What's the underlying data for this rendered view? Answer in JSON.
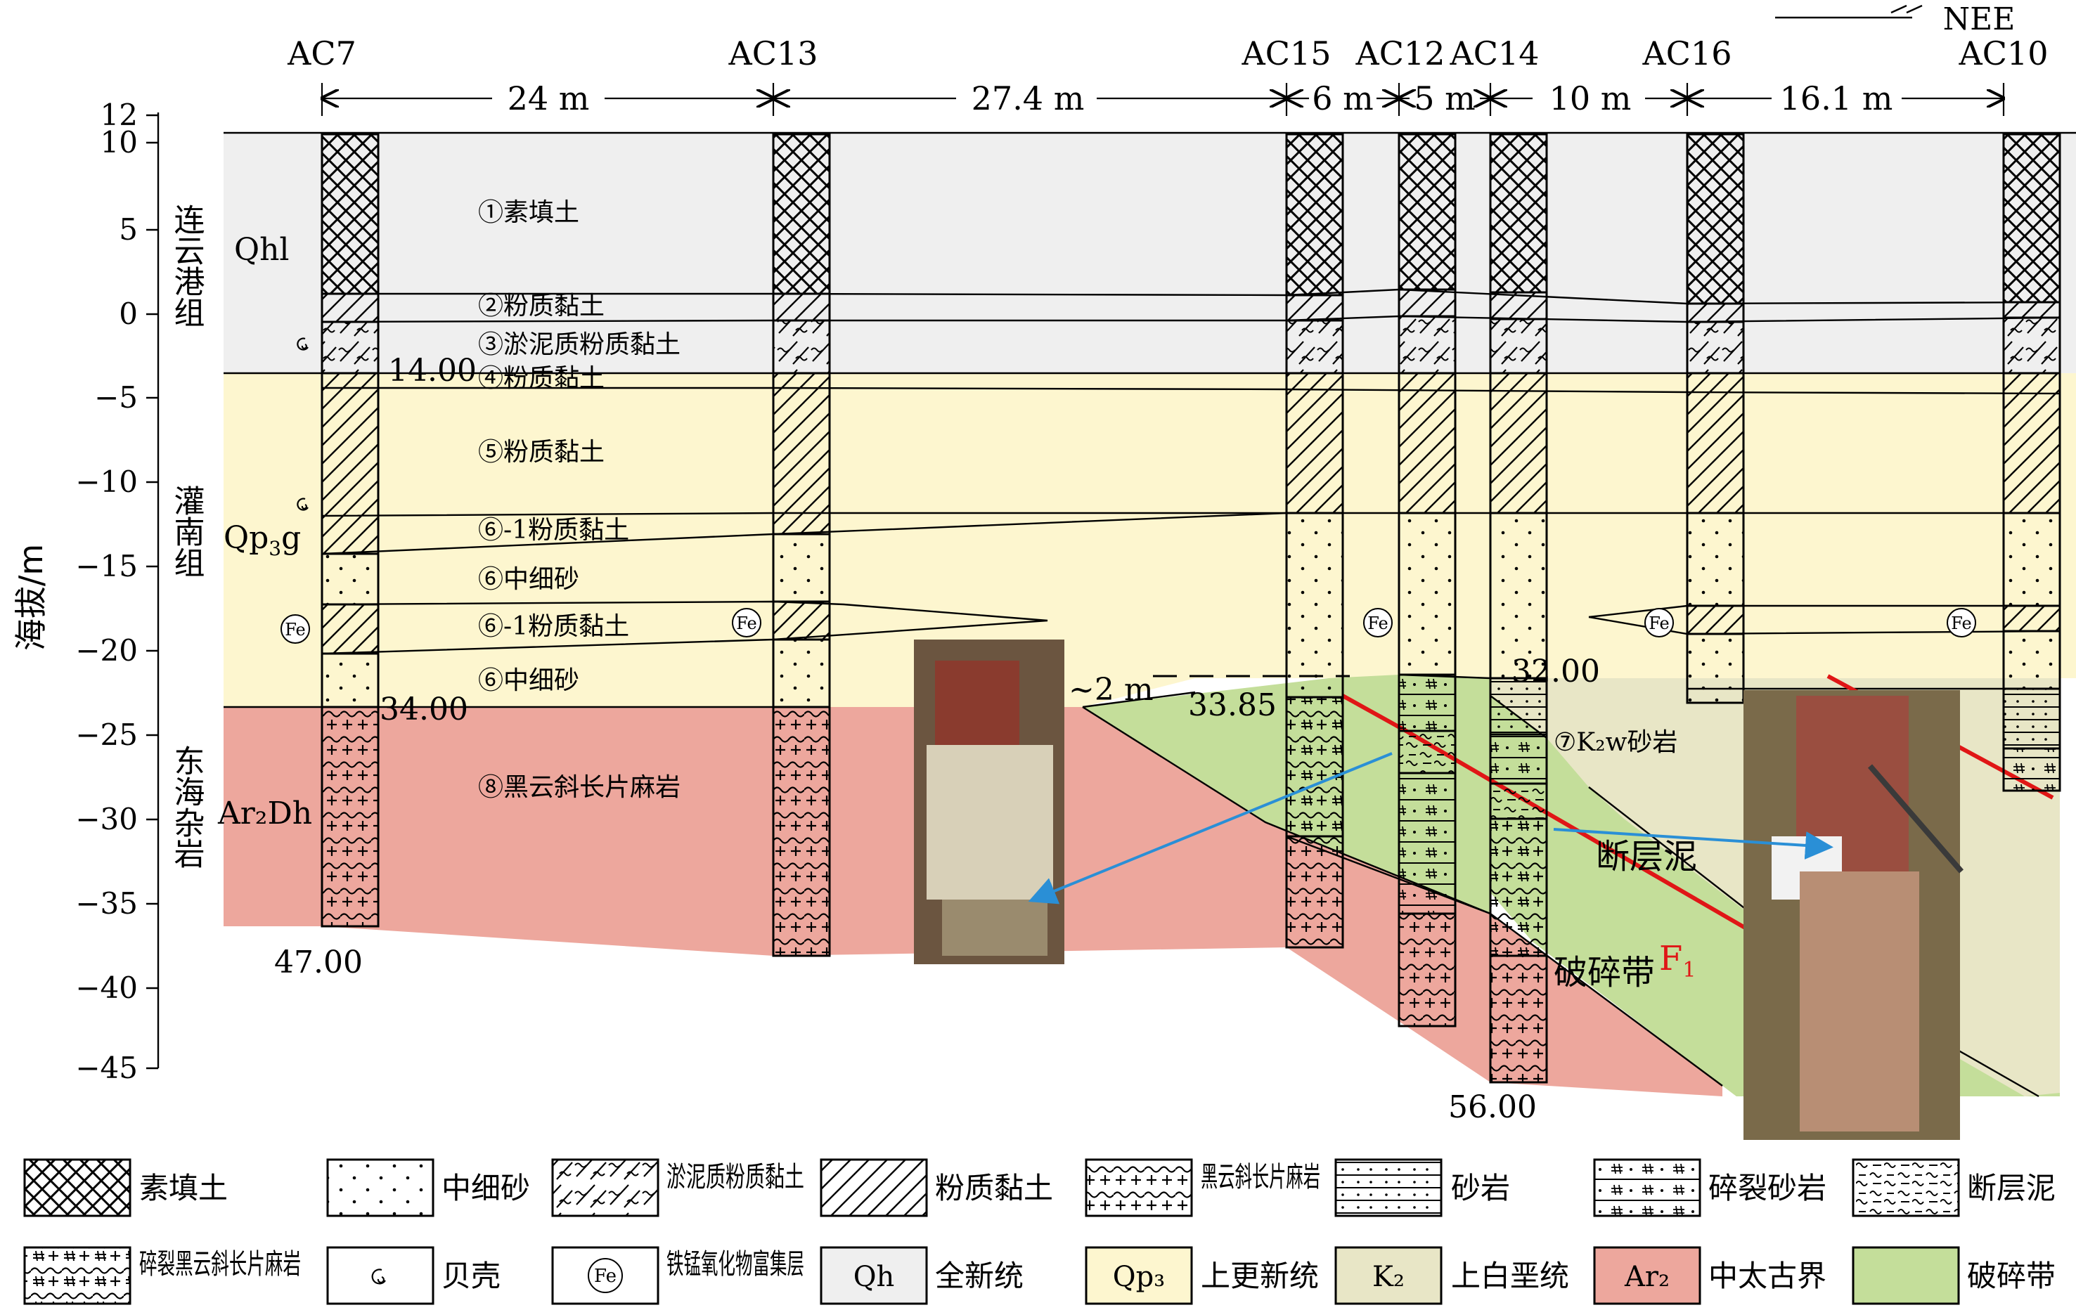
{
  "boreholes": [
    {
      "id": "AC7",
      "label": "AC7"
    },
    {
      "id": "AC13",
      "label": "AC13"
    },
    {
      "id": "AC15",
      "label": "AC15"
    },
    {
      "id": "AC12",
      "label": "AC12"
    },
    {
      "id": "AC14",
      "label": "AC14"
    },
    {
      "id": "AC16",
      "label": "AC16"
    },
    {
      "id": "AC10",
      "label": "AC10"
    }
  ],
  "spacings": [
    "24 m",
    "27.4 m",
    "6 m",
    "5 m",
    "10 m",
    "16.1 m"
  ],
  "direction": "NEE",
  "axis": {
    "label": "海拔/m",
    "ticks": [
      "12",
      "10",
      "5",
      "0",
      "−5",
      "−10",
      "−15",
      "−20",
      "−25",
      "−30",
      "−35",
      "−40",
      "−45"
    ]
  },
  "formations": {
    "qhl_name": "连云港组",
    "qhl_code": "Qhl",
    "qp3g_name": "灌南组",
    "qp3g_code_main": "Qp",
    "qp3g_code_sub": "3",
    "qp3g_code_tail": "g",
    "ar2dh_name": "东海杂岩",
    "ar2dh_code": "Ar₂Dh"
  },
  "layers": {
    "l1": "①素填土",
    "l2": "②粉质黏土",
    "l3": "③淤泥质粉质黏土",
    "l4": "④粉质黏土",
    "l5": "⑤粉质黏土",
    "l6_1a": "⑥-1粉质黏土",
    "l6a": "⑥中细砂",
    "l6_1b": "⑥-1粉质黏土",
    "l6b": "⑥中细砂",
    "l7": "⑦K₂w砂岩",
    "l8": "⑧黑云斜长片麻岩"
  },
  "depths": {
    "d1": "14.00",
    "d2": "34.00",
    "d3": "47.00",
    "d4": "33.85",
    "d5": "32.00",
    "d6": "56.00"
  },
  "annotations": {
    "gap": "~2 m",
    "fault_mud": "断层泥",
    "fault": "F",
    "fault_sub": "1",
    "breccia": "破碎带",
    "fe": "Fe"
  },
  "legend": [
    {
      "key": "fill",
      "label": "素填土"
    },
    {
      "key": "sand",
      "label": "中细砂"
    },
    {
      "key": "silt",
      "label": "淤泥质粉质黏土"
    },
    {
      "key": "clay",
      "label": "粉质黏土"
    },
    {
      "key": "gneiss",
      "label": "黑云斜长片麻岩"
    },
    {
      "key": "sandstone",
      "label": "砂岩"
    },
    {
      "key": "crushed-sandstone",
      "label": "碎裂砂岩"
    },
    {
      "key": "fault-mud",
      "label": "断层泥"
    },
    {
      "key": "crushed-gneiss",
      "label": "碎裂黑云斜长片麻岩"
    },
    {
      "key": "shell",
      "label": "贝壳"
    },
    {
      "key": "fe",
      "label": "铁锰氧化物富集层"
    },
    {
      "key": "qh",
      "label": "全新统",
      "box": "Qh"
    },
    {
      "key": "qp3",
      "label": "上更新统",
      "box": "Qp₃"
    },
    {
      "key": "k2",
      "label": "上白垩统",
      "box": "K₂"
    },
    {
      "key": "ar2",
      "label": "中太古界",
      "box": "Ar₂"
    },
    {
      "key": "breccia",
      "label": "破碎带"
    }
  ],
  "colors": {
    "holocene": "#efefef",
    "pleistocene": "#fdf6cf",
    "cretaceous": "#e8e6c6",
    "archean": "#eda79d",
    "breccia": "#c4de9a",
    "fault": "#e01616",
    "arrow": "#2a8fd6"
  }
}
